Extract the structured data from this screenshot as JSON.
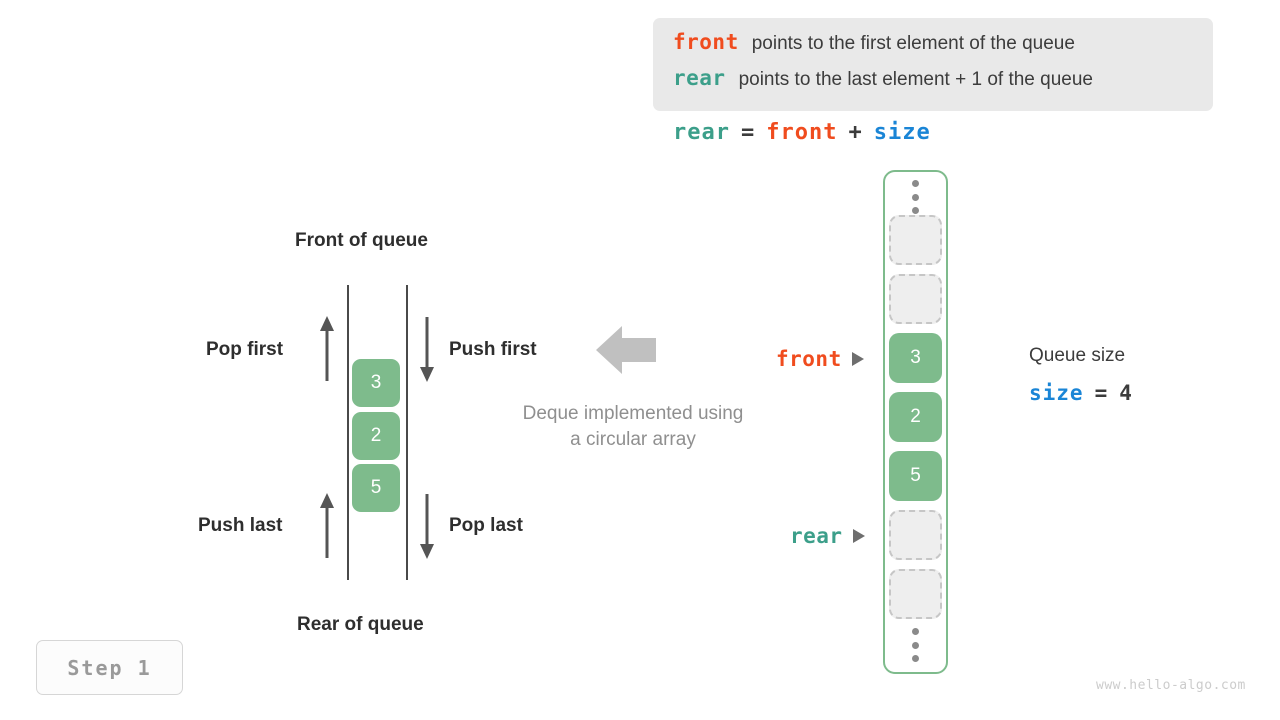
{
  "legend": {
    "rows": [
      {
        "keyword": "front",
        "keyword_color": "#f04c1e",
        "text": "points to the first element of the queue"
      },
      {
        "keyword": "rear",
        "keyword_color": "#3c9f8a",
        "text": "points to the last element + 1 of the queue"
      }
    ],
    "background": "#e9e9e9"
  },
  "formula": {
    "lhs": "rear",
    "eq": "=",
    "rhs1": "front",
    "plus": "+",
    "rhs2": "size"
  },
  "deque": {
    "title_front": "Front of queue",
    "title_rear": "Rear of queue",
    "caption_line1": "Deque implemented using",
    "caption_line2": "a circular array",
    "operations": [
      {
        "label": "Pop first",
        "direction": "up"
      },
      {
        "label": "Push first",
        "direction": "down"
      },
      {
        "label": "Push last",
        "direction": "up"
      },
      {
        "label": "Pop last",
        "direction": "down"
      }
    ],
    "cells": [
      "3",
      "2",
      "5"
    ],
    "cell_color": "#7ebb8c"
  },
  "array": {
    "border_color": "#7ebb8c",
    "cells": [
      {
        "kind": "dots",
        "value": ""
      },
      {
        "kind": "empty",
        "value": ""
      },
      {
        "kind": "empty",
        "value": ""
      },
      {
        "kind": "filled",
        "value": "3"
      },
      {
        "kind": "filled",
        "value": "2"
      },
      {
        "kind": "filled",
        "value": "5"
      },
      {
        "kind": "empty",
        "value": ""
      },
      {
        "kind": "empty",
        "value": ""
      },
      {
        "kind": "dots",
        "value": ""
      }
    ],
    "pointers": {
      "front": "front",
      "rear": "rear"
    }
  },
  "size_info": {
    "title": "Queue size",
    "var": "size",
    "eq": "=",
    "value": "4"
  },
  "step": {
    "label": "Step 1"
  },
  "watermark": {
    "text": "www.hello-algo.com"
  }
}
